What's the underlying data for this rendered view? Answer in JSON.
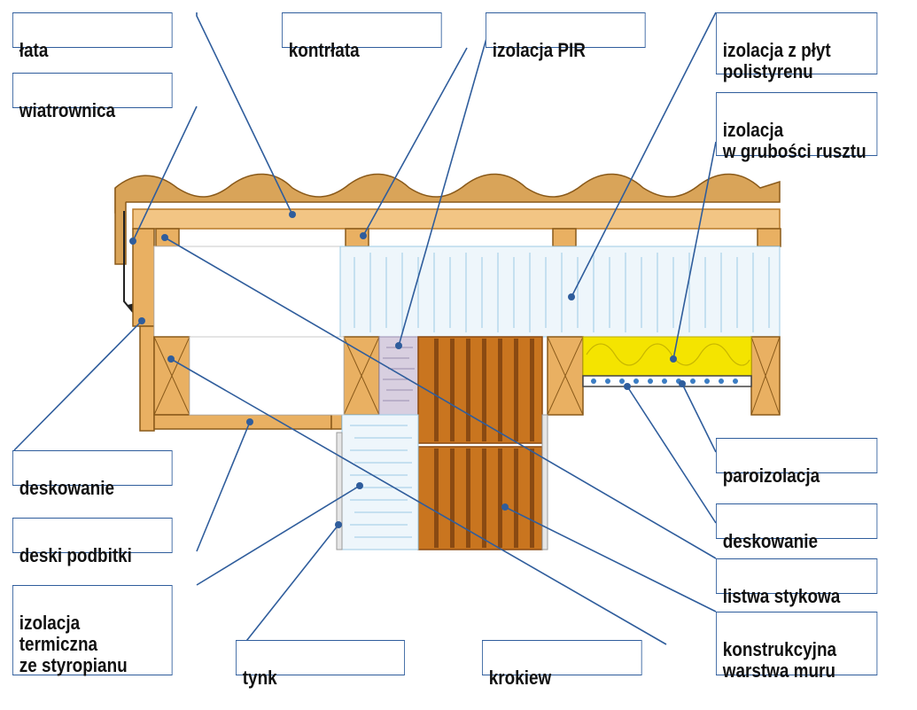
{
  "labels": {
    "lata": "łata",
    "kontrlata": "kontrłata",
    "izolacja_pir": "izolacja PIR",
    "izolacja_polistyren": "izolacja z płyt\npolistyrenu",
    "wiatrownica": "wiatrownica",
    "izolacja_ruszt": "izolacja\nw grubości rusztu",
    "deskowanie_left": "deskowanie",
    "paroizolacja": "paroizolacja",
    "deskowanie_right": "deskowanie",
    "deski_podbitki": "deski podbitki",
    "listwa_stykowa": "listwa stykowa",
    "izolacja_termiczna": "izolacja\ntermiczna\nze styropianu",
    "tynk": "tynk",
    "krokiew": "krokiew",
    "konstrukcyjna": "konstrukcyjna\nwarstwa muru"
  },
  "colors": {
    "label_border": "#2f5d9c",
    "leader_line": "#2f5d9c",
    "wood": "#e9b062",
    "wood_dark": "#b87a2a",
    "roof_tile": "#d9a459",
    "brick": "#c9751f",
    "brick_dark": "#8a4a12",
    "pir": "#d8cfe0",
    "polystyrene": "#eef6fb",
    "mineral_wool": "#f4e400",
    "vapor_barrier": "#3b7dc4"
  }
}
